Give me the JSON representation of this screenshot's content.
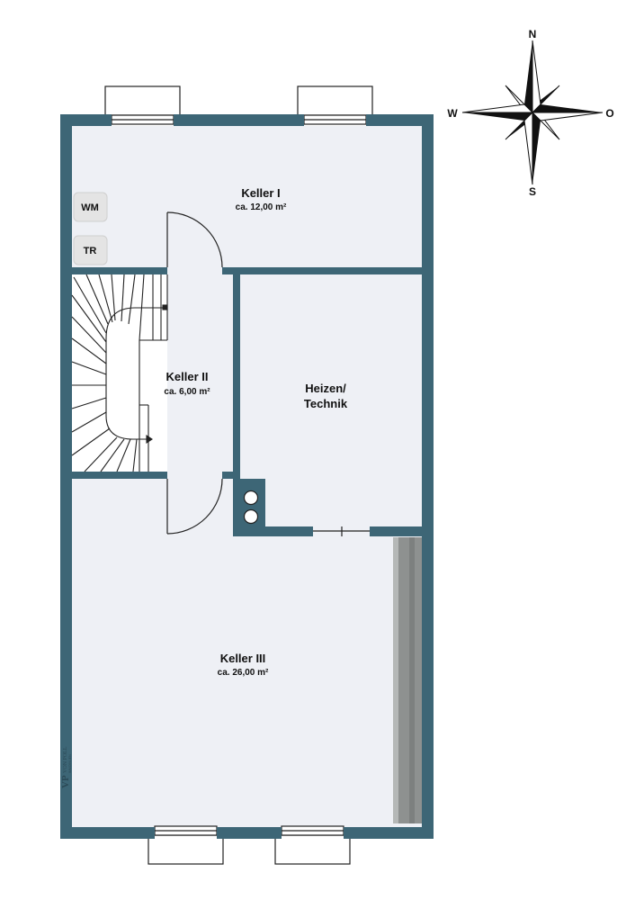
{
  "rooms": [
    {
      "id": "keller-1",
      "name": "Keller I",
      "area": "ca. 12,00 m²"
    },
    {
      "id": "keller-2",
      "name": "Keller II",
      "area": "ca. 6,00 m²"
    },
    {
      "id": "heizen",
      "name_line1": "Heizen/",
      "name_line2": "Technik"
    },
    {
      "id": "keller-3",
      "name": "Keller III",
      "area": "ca. 26,00 m²"
    }
  ],
  "appliances": {
    "washer": "WM",
    "dryer": "TR"
  },
  "compass": {
    "north": "N",
    "south": "S",
    "west": "W",
    "east": "O"
  },
  "watermark": {
    "mark": "VP",
    "brand": "VON POLL",
    "sub": "IMMOBILIEN"
  },
  "colors": {
    "wall": "#3d6676",
    "floor": "#eef0f5",
    "radiator": "#8e9190",
    "line": "#222222"
  }
}
